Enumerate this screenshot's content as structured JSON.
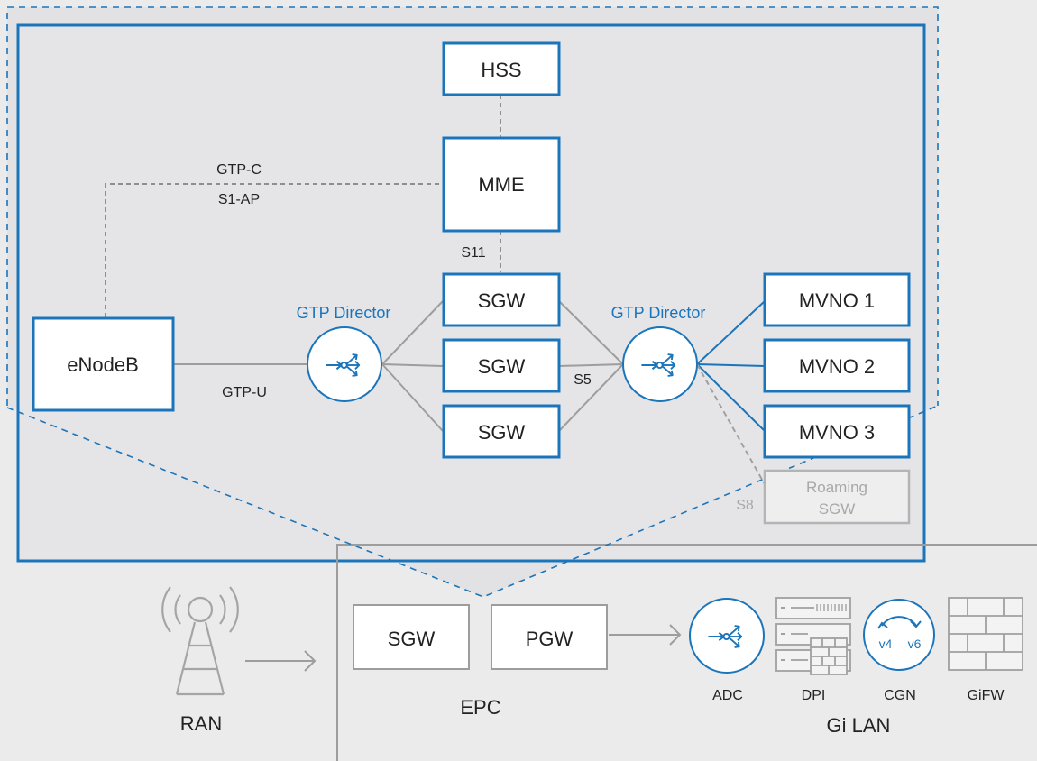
{
  "colors": {
    "background": "#ebebec",
    "panel": "#e4e4e6",
    "accent": "#1b75bb",
    "line": "#9d9d9d",
    "dashed": "#8f8f8f",
    "muted": "#b4b4b4",
    "text": "#222222"
  },
  "nodes": {
    "hss": "HSS",
    "mme": "MME",
    "sgw_1": "SGW",
    "sgw_2": "SGW",
    "sgw_3": "SGW",
    "enodeb": "eNodeB",
    "mvno_1": "MVNO 1",
    "mvno_2": "MVNO 2",
    "mvno_3": "MVNO 3",
    "roaming_line1": "Roaming",
    "roaming_line2": "SGW",
    "epc_sgw": "SGW",
    "epc_pgw": "PGW"
  },
  "directors": {
    "left": "GTP Director",
    "right": "GTP Director"
  },
  "links": {
    "gtp_c": "GTP-C",
    "s1_ap": "S1-AP",
    "s11": "S11",
    "gtp_u": "GTP-U",
    "s5": "S5",
    "s8": "S8"
  },
  "bottom": {
    "ran": "RAN",
    "epc": "EPC",
    "gilan": "Gi LAN",
    "adc": "ADC",
    "dpi": "DPI",
    "cgn": "CGN",
    "gifw": "GiFW",
    "cgn_v4": "v4",
    "cgn_v6": "v6"
  },
  "icons": [
    "gtp-director-icon",
    "radio-tower-icon",
    "adc-icon",
    "dpi-server-icon",
    "cgn-icon",
    "firewall-icon"
  ]
}
